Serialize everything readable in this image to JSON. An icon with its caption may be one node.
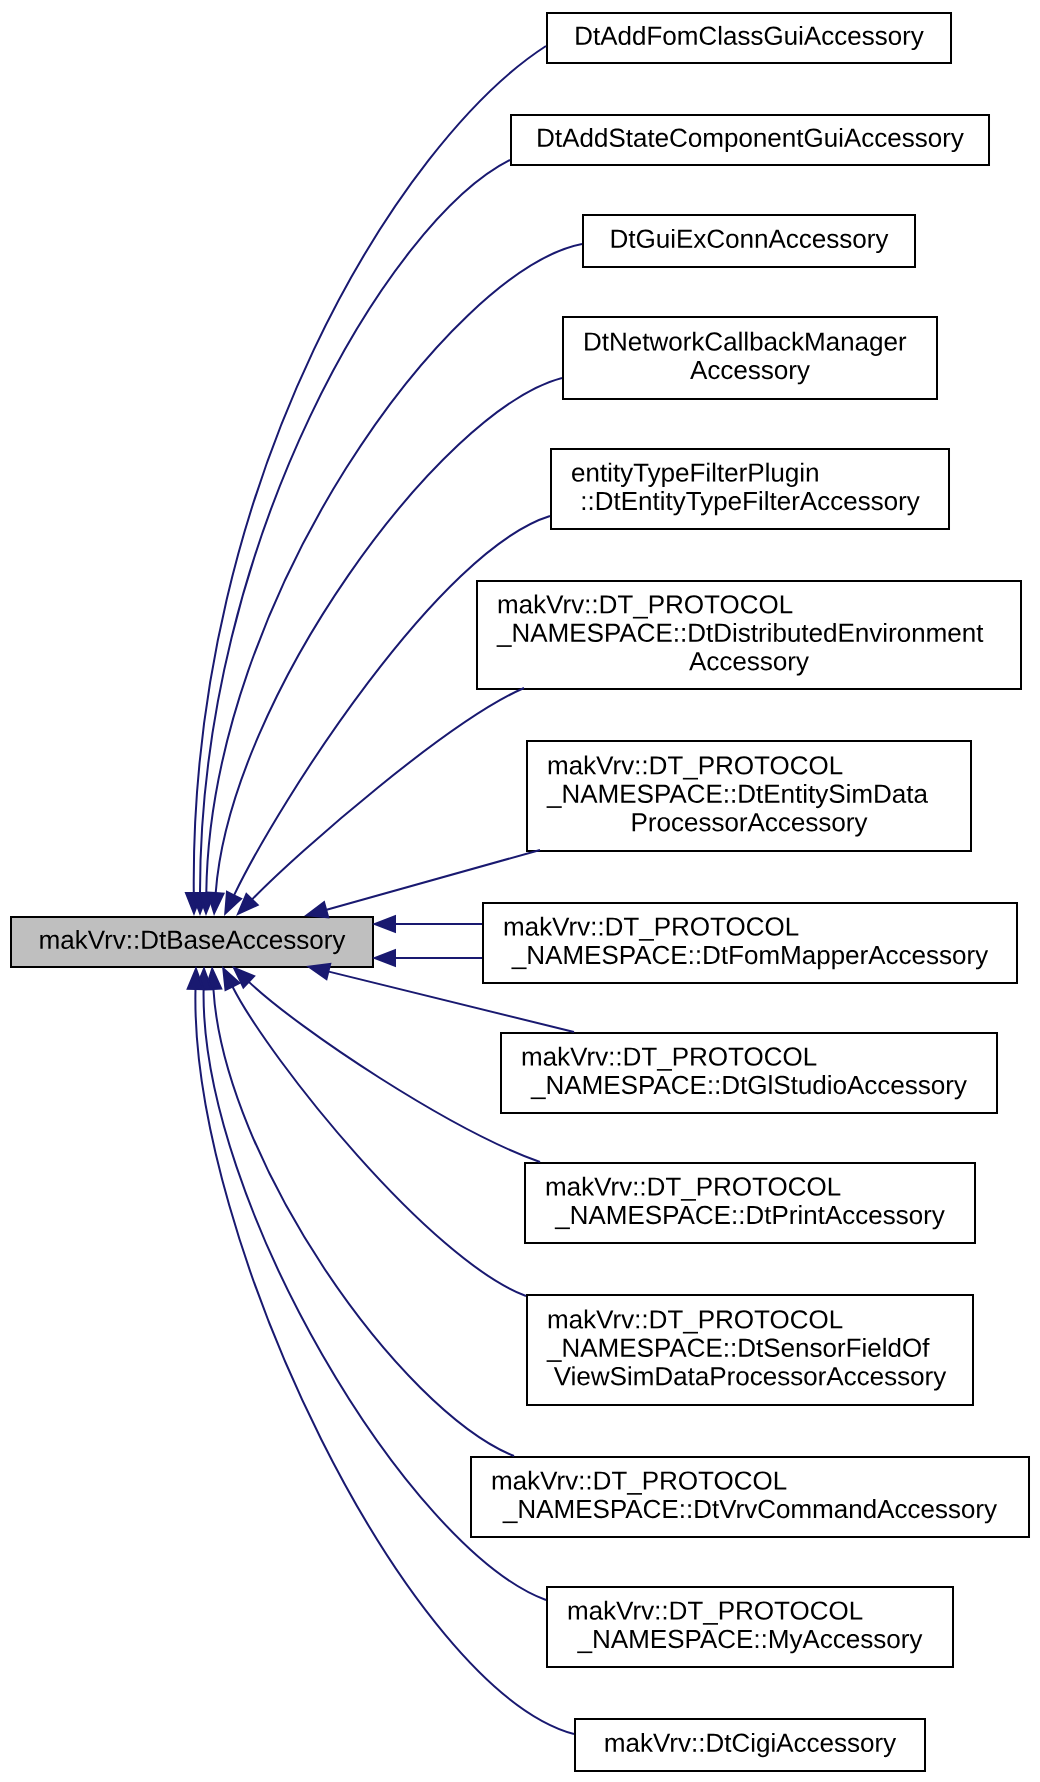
{
  "diagram": {
    "nodes": [
      {
        "text": [
          "makVrv::DtBaseAccessory"
        ]
      },
      {
        "text": [
          "DtAddFomClassGuiAccessory"
        ]
      },
      {
        "text": [
          "DtAddStateComponentGuiAccessory"
        ]
      },
      {
        "text": [
          "DtGuiExConnAccessory"
        ]
      },
      {
        "text": [
          "DtNetworkCallbackManager Accessory"
        ]
      },
      {
        "text": [
          "entityTypeFilterPlugin ::DtEntityTypeFilterAccessory"
        ]
      },
      {
        "text": [
          "makVrv::DT_PROTOCOL _NAMESPACE::DtDistributedEnvironment Accessory"
        ]
      },
      {
        "text": [
          "makVrv::DT_PROTOCOL _NAMESPACE::DtEntitySimData ProcessorAccessory"
        ]
      },
      {
        "text": [
          "makVrv::DT_PROTOCOL _NAMESPACE::DtFomMapperAccessory"
        ]
      },
      {
        "text": [
          "makVrv::DT_PROTOCOL _NAMESPACE::DtGlStudioAccessory"
        ]
      },
      {
        "text": [
          "makVrv::DT_PROTOCOL _NAMESPACE::DtPrintAccessory"
        ]
      },
      {
        "text": [
          "makVrv::DT_PROTOCOL _NAMESPACE::DtSensorFieldOf ViewSimDataProcessorAccessory"
        ]
      },
      {
        "text": [
          "makVrv::DT_PROTOCOL _NAMESPACE::DtVrvCommandAccessory"
        ]
      },
      {
        "text": [
          "makVrv::DT_PROTOCOL _NAMESPACE::MyAccessory"
        ]
      },
      {
        "text": [
          "makVrv::DtCigiAccessory"
        ]
      }
    ],
    "edges": [
      {
        "from": 1,
        "to": 0,
        "arrow": "to"
      },
      {
        "from": 2,
        "to": 0,
        "arrow": "to"
      },
      {
        "from": 3,
        "to": 0,
        "arrow": "to"
      },
      {
        "from": 4,
        "to": 0,
        "arrow": "to"
      },
      {
        "from": 5,
        "to": 0,
        "arrow": "to"
      },
      {
        "from": 6,
        "to": 0,
        "arrow": "to"
      },
      {
        "from": 7,
        "to": 0,
        "arrow": "to"
      },
      {
        "from": 8,
        "to": 0,
        "arrow": "to"
      },
      {
        "from": 8,
        "to": 0,
        "arrow": "to"
      },
      {
        "from": 9,
        "to": 0,
        "arrow": "to"
      },
      {
        "from": 10,
        "to": 0,
        "arrow": "to"
      },
      {
        "from": 11,
        "to": 0,
        "arrow": "to"
      },
      {
        "from": 12,
        "to": 0,
        "arrow": "to"
      },
      {
        "from": 13,
        "to": 0,
        "arrow": "to"
      },
      {
        "from": 14,
        "to": 0,
        "arrow": "to"
      }
    ]
  }
}
